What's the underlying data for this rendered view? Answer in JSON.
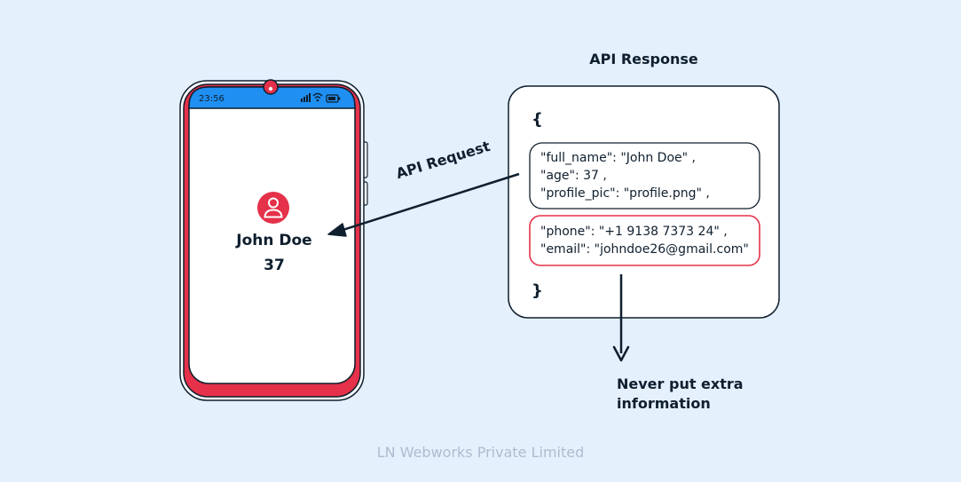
{
  "phone": {
    "status_time": "23:56",
    "profile": {
      "name": "John Doe",
      "age": "37"
    }
  },
  "request_label": "API Request",
  "response": {
    "title": "API Response",
    "open_brace": "{",
    "close_brace": "}",
    "allowed_lines": [
      "\"full_name\": \"John Doe\" ,",
      "\"age\": 37 ,",
      "\"profile_pic\": \"profile.png\" ,"
    ],
    "extra_lines": [
      "\"phone\": \"+1 9138 7373 24\" ,",
      "\"email\": \"johndoe26@gmail.com\""
    ]
  },
  "note": [
    "Never put extra",
    "information"
  ],
  "footer": "LN Webworks Private Limited",
  "colors": {
    "background": "#e5f0fd",
    "phone_red": "#e5314a",
    "status_blue": "#1f8ff2",
    "ink": "#0f1f2e",
    "footer_gray": "#aebcce"
  }
}
